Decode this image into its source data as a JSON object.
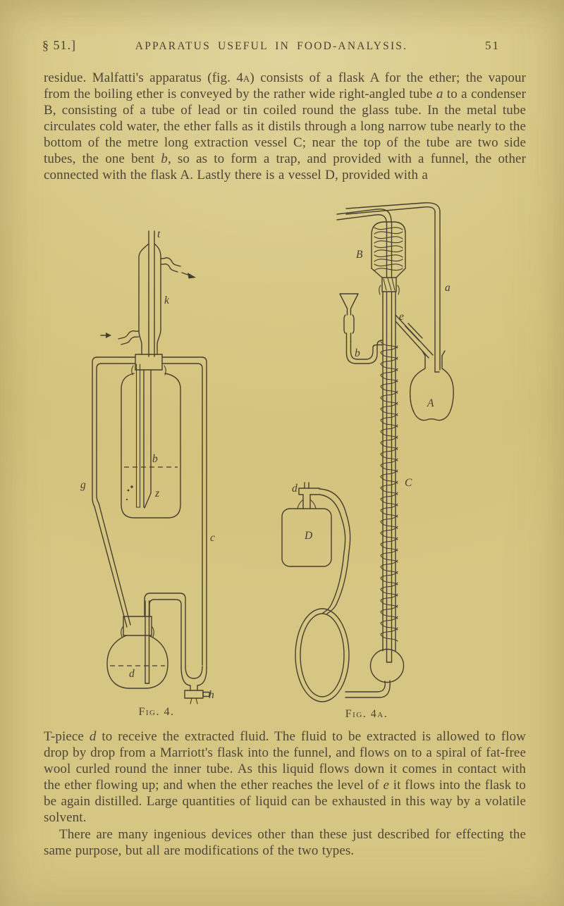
{
  "colors": {
    "paper": "#d6c783",
    "ink": "#4a4234",
    "line": "#463f2e"
  },
  "header": {
    "section_marker": "§ 51.]",
    "running_title": "APPARATUS USEFUL IN FOOD-ANALYSIS.",
    "page_number": "51"
  },
  "paragraphs": {
    "p1": [
      {
        "t": "residue.  Malfatti's apparatus (fig. 4"
      },
      {
        "t": "a",
        "sc": true
      },
      {
        "t": ") consists of a flask A for the ether; the vapour from the boiling ether is conveyed by the rather wide right-angled tube "
      },
      {
        "t": "a",
        "i": true
      },
      {
        "t": " to a condenser B, consisting of a tube of lead or tin coiled round the glass tube.  In the metal tube circulates cold water, the ether falls as it distils through a long narrow tube nearly to the bottom of the metre long extraction vessel C; near the top of the tube are two side tubes, the one bent "
      },
      {
        "t": "b",
        "i": true
      },
      {
        "t": ", so as to form a trap, and provided with a funnel, the other connected with the flask A.  Lastly there is a vessel D, provided with a"
      }
    ],
    "p2": [
      {
        "t": "T-piece "
      },
      {
        "t": "d",
        "i": true
      },
      {
        "t": " to receive the extracted fluid.  The fluid to be extracted is allowed to flow drop by drop from a Marriott's flask into the funnel, and flows on to a spiral of fat-free wool curled round the inner tube.  As this liquid flows down it comes in contact with the ether flowing up; and when the ether reaches the level of "
      },
      {
        "t": "e",
        "i": true
      },
      {
        "t": " it flows into the flask to be again distilled.  Large quantities of liquid can be exhausted in this way by a volatile solvent."
      }
    ],
    "p3": [
      {
        "t": "There are many ingenious devices other than these just described for effecting the same purpose, but all are modifications of the two types."
      }
    ]
  },
  "figures": {
    "fig4": {
      "caption": "Fig. 4.",
      "labels": {
        "t": "t",
        "k": "k",
        "b": "b",
        "z": "z",
        "g": "g",
        "c": "c",
        "d": "d",
        "h": "h"
      }
    },
    "fig4a": {
      "caption": "Fig. 4a.",
      "labels": {
        "B": "B",
        "a": "a",
        "b": "b",
        "e": "e",
        "A": "A",
        "C": "C",
        "d": "d",
        "D": "D"
      }
    }
  }
}
